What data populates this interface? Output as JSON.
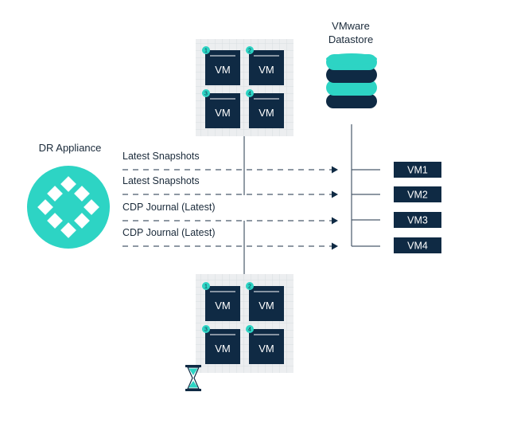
{
  "datastore": {
    "title_line1": "VMware",
    "title_line2": "Datastore",
    "icon": "database-icon"
  },
  "appliance": {
    "title": "DR Appliance",
    "icon": "appliance-logo-icon"
  },
  "grid_top": {
    "cells": [
      {
        "badge": "1",
        "label": "VM"
      },
      {
        "badge": "2",
        "label": "VM"
      },
      {
        "badge": "3",
        "label": "VM"
      },
      {
        "badge": "4",
        "label": "VM"
      }
    ]
  },
  "grid_bottom": {
    "cells": [
      {
        "badge": "1",
        "label": "VM"
      },
      {
        "badge": "2",
        "label": "VM"
      },
      {
        "badge": "3",
        "label": "VM"
      },
      {
        "badge": "4",
        "label": "VM"
      }
    ],
    "icon": "hourglass-icon"
  },
  "arrows": [
    {
      "label": "Latest Snapshots"
    },
    {
      "label": "Latest Snapshots"
    },
    {
      "label": "CDP Journal (Latest)"
    },
    {
      "label": "CDP Journal (Latest)"
    }
  ],
  "vm_targets": [
    {
      "label": "VM1"
    },
    {
      "label": "VM2"
    },
    {
      "label": "VM3"
    },
    {
      "label": "VM4"
    }
  ],
  "colors": {
    "teal": "#2dd4c4",
    "navy": "#0f2a44",
    "line": "#4a5a6c",
    "grid_bg": "#eceef0"
  }
}
